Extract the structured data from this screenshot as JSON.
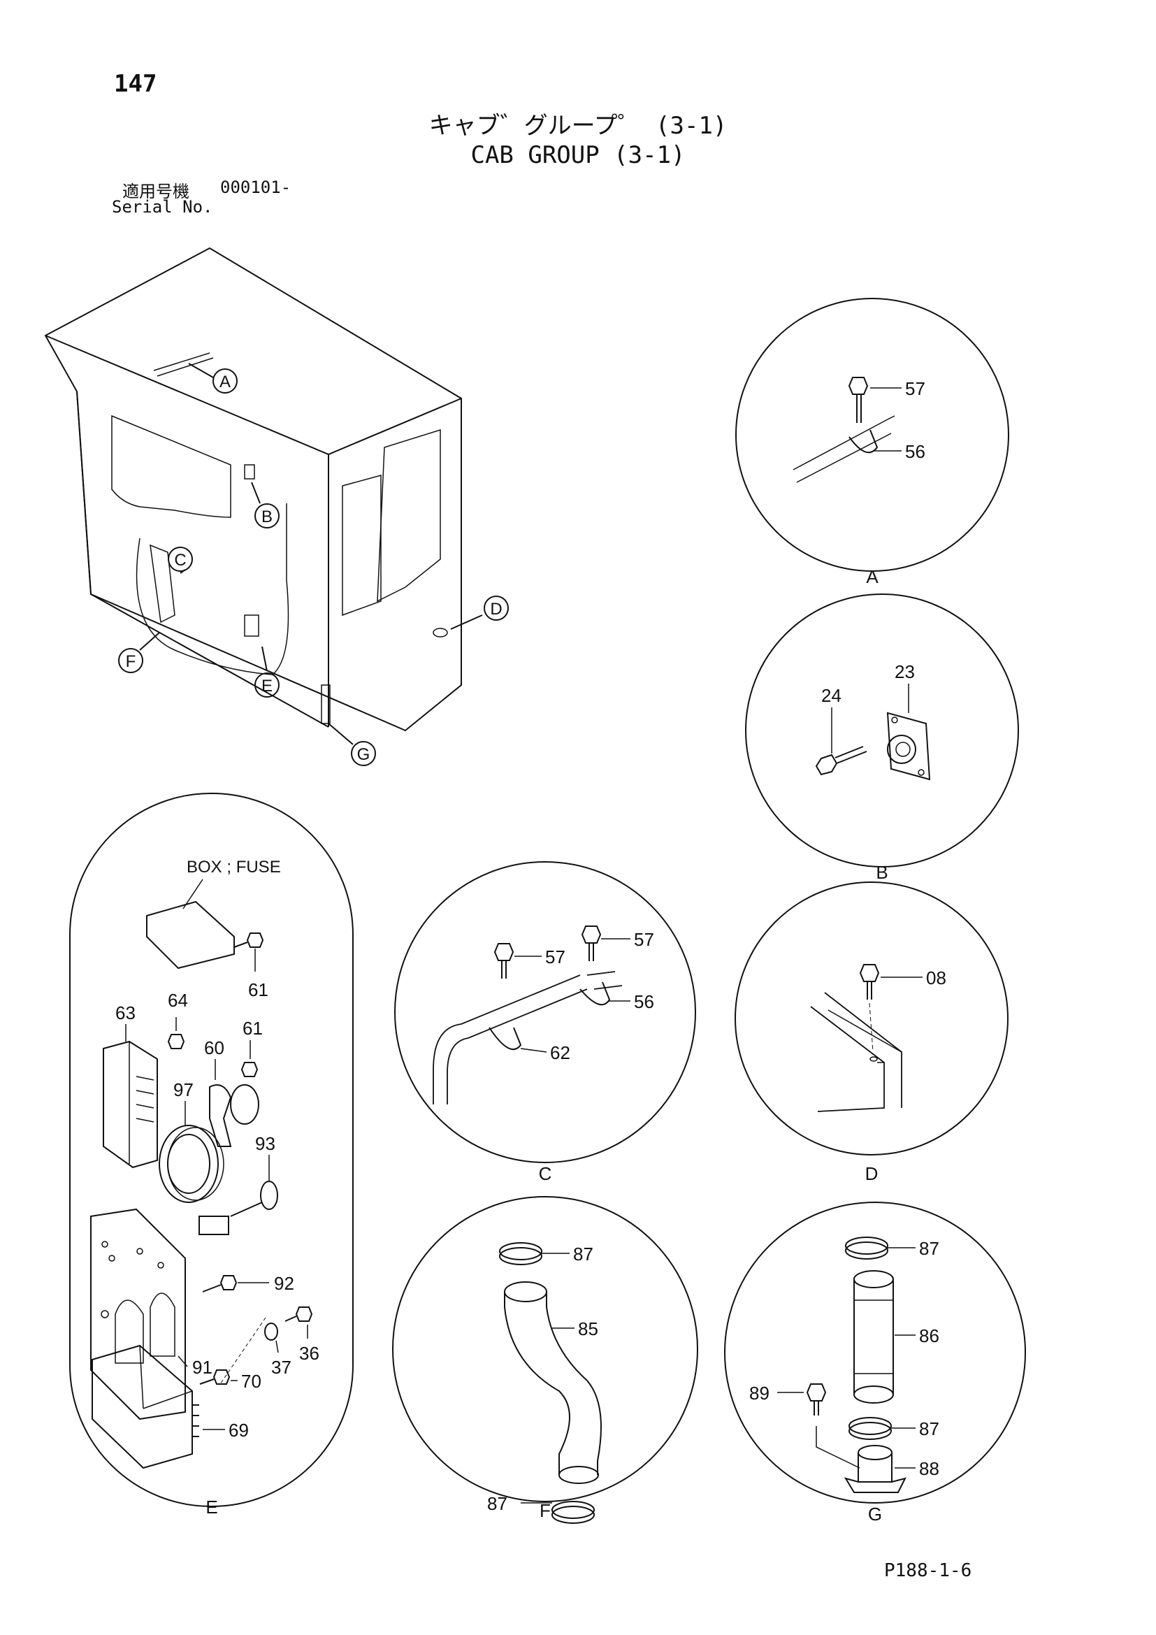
{
  "header": {
    "page_number": "147",
    "title_jp": "キャブ゛グループ゜ (3-1)",
    "title_en": "CAB GROUP (3-1)",
    "serial_label_jp": "適用号機",
    "serial_value": "000101-",
    "serial_label_en": "Serial No."
  },
  "overview": {
    "callouts": [
      "A",
      "B",
      "C",
      "D",
      "E",
      "F",
      "G"
    ]
  },
  "details": {
    "A": {
      "label": "A",
      "parts": [
        "57",
        "56"
      ]
    },
    "B": {
      "label": "B",
      "parts": [
        "23",
        "24"
      ]
    },
    "C": {
      "label": "C",
      "parts": [
        "57",
        "57",
        "56",
        "62"
      ]
    },
    "D": {
      "label": "D",
      "parts": [
        "08"
      ]
    },
    "E": {
      "label": "E",
      "box_label": "BOX ; FUSE",
      "parts": [
        "61",
        "64",
        "63",
        "61",
        "60",
        "97",
        "93",
        "92",
        "91",
        "36",
        "37",
        "70",
        "69"
      ]
    },
    "F": {
      "label": "F",
      "parts": [
        "87",
        "85",
        "87"
      ]
    },
    "G": {
      "label": "G",
      "parts": [
        "87",
        "86",
        "89",
        "87",
        "88"
      ]
    }
  },
  "footer": {
    "page_ref": "P188-1-6"
  },
  "colors": {
    "ink": "#111111",
    "paper": "#ffffff"
  }
}
